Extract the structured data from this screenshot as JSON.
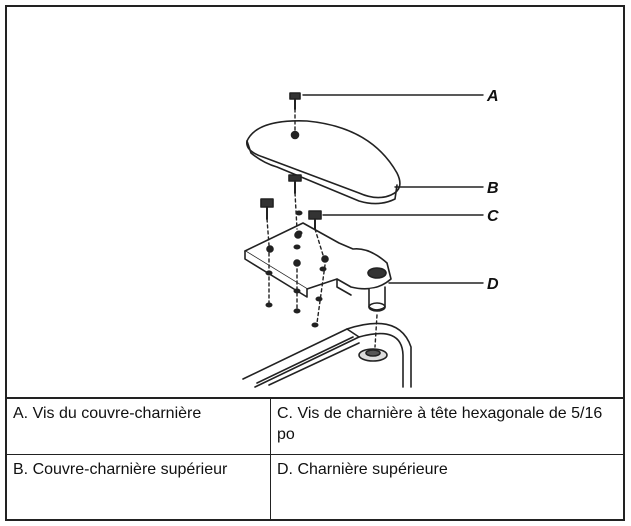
{
  "callouts": [
    "A",
    "B",
    "C",
    "D"
  ],
  "legend": {
    "a": "A. Vis du couvre-charnière",
    "b": "B. Couvre-charnière supérieur",
    "c": "C. Vis de charnière à tête hexagonale de 5/16 po",
    "d": "D. Charnière supérieure"
  },
  "colors": {
    "line": "#222222",
    "fill": "#f2f2f2"
  }
}
